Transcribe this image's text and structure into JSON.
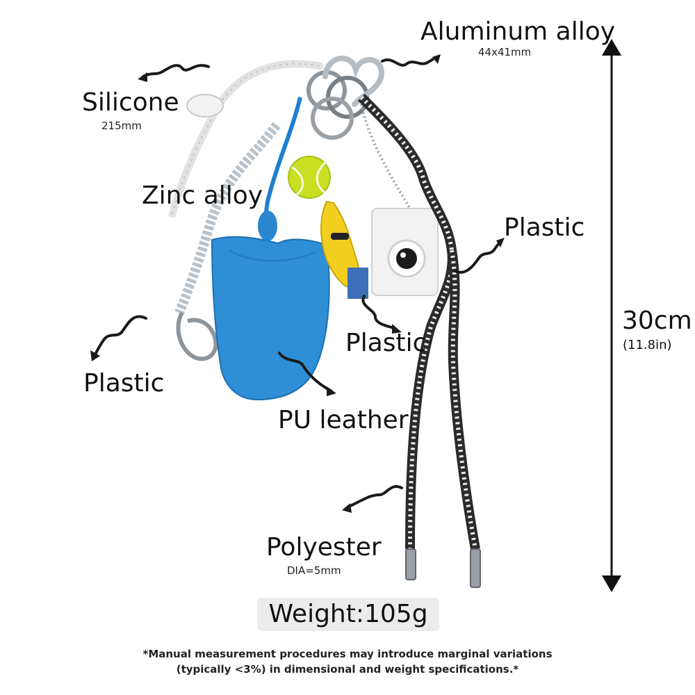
{
  "labels": {
    "aluminum": {
      "material": "Aluminum alloy",
      "size": "44x41mm"
    },
    "silicone": {
      "material": "Silicone",
      "size": "215mm"
    },
    "zinc": {
      "material": "Zinc alloy"
    },
    "plastic_right": {
      "material": "Plastic"
    },
    "plastic_middle": {
      "material": "Plastic"
    },
    "plastic_left": {
      "material": "Plastic"
    },
    "pu_leather": {
      "material": "PU leather"
    },
    "polyester": {
      "material": "Polyester",
      "size": "DIA=5mm"
    }
  },
  "dimension": {
    "cm": "30cm",
    "inches": "(11.8in)"
  },
  "weight": "Weight:105g",
  "footnote": {
    "line1": "*Manual measurement procedures may introduce marginal variations",
    "line2": "(typically <3%) in dimensional and weight specifications.*"
  },
  "colors": {
    "leather": "#2f8fd6",
    "tennis_ball": "#c8e021",
    "banana": "#f2cf1f",
    "metal": "#9aa0a6",
    "cord": "#2b2b2b"
  },
  "icons": [
    "curly-arrow-icon",
    "double-headed-arrow-icon"
  ]
}
